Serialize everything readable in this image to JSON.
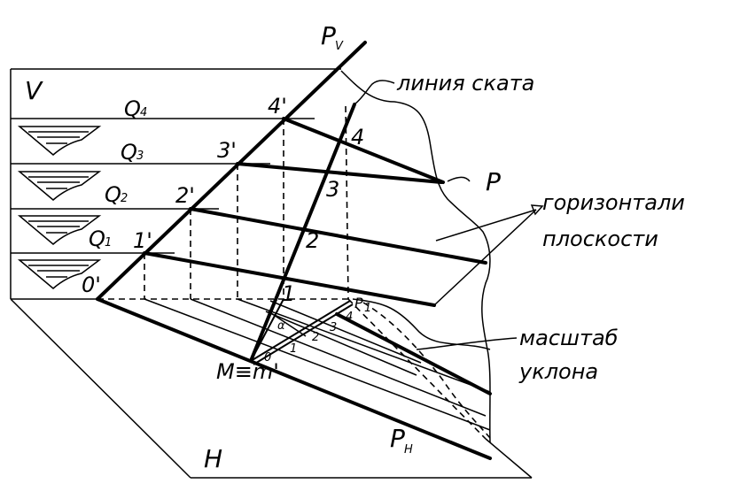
{
  "labels": {
    "plane_v": "V",
    "plane_h": "H",
    "pv_main": "P",
    "pv_sub": "V",
    "ph_main": "P",
    "ph_sub": "H",
    "p_plane": "P",
    "p1_main": "P",
    "p1_sub": "1",
    "q4_main": "Q",
    "q4_sub": "4",
    "q3_main": "Q",
    "q3_sub": "3",
    "q2_main": "Q",
    "q2_sub": "2",
    "q1_main": "Q",
    "q1_sub": "1",
    "pt_4p": "4'",
    "pt_3p": "3'",
    "pt_2p": "2'",
    "pt_1p": "1'",
    "pt_0p": "0'",
    "pt_4": "4",
    "pt_3": "3",
    "pt_2": "2",
    "pt_1": "1",
    "m_label": "M≡m'",
    "alpha": "α",
    "scale_0": "0",
    "scale_1": "1",
    "scale_2": "2",
    "scale_3": "3",
    "scale_4": "4"
  },
  "annotations": {
    "slope_line": "линия ската",
    "horizontals_line1": "горизонтали",
    "horizontals_line2": "плоскости",
    "scale_line1": "масштаб",
    "scale_line2": "уклона"
  }
}
